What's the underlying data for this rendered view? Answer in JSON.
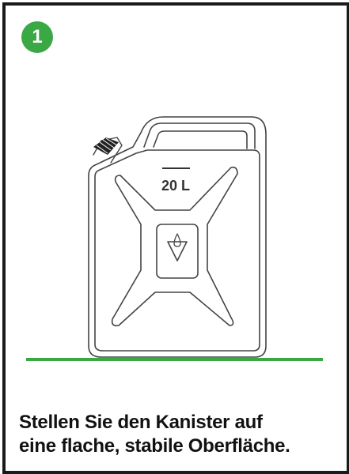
{
  "step": {
    "number": "1"
  },
  "canister": {
    "volume_label": "20 L"
  },
  "instruction": {
    "line1": "Stellen Sie den Kanister auf",
    "line2": "eine flache, stabile Oberfläche."
  },
  "colors": {
    "accent": "#3aa844",
    "ground_line": "#3aa844",
    "border": "#1a1a1a"
  },
  "icons": [
    "jerrycan-icon",
    "fuel-drop-icon"
  ]
}
